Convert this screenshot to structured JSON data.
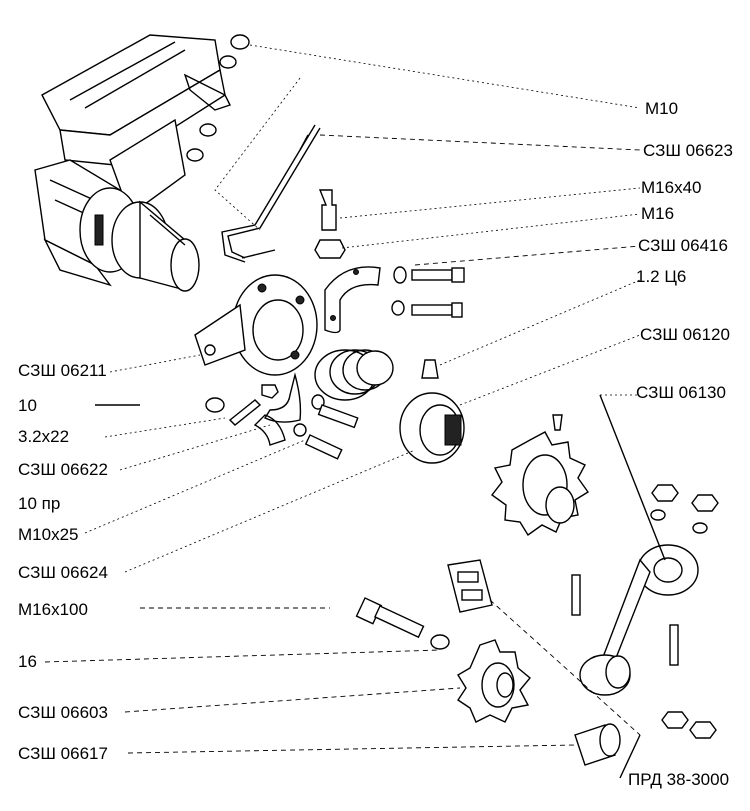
{
  "labels": {
    "m10": "M10",
    "sshr06623": "СЗШ 06623",
    "m16x40": "M16x40",
    "m16": "M16",
    "sshr06416": "СЗШ 06416",
    "c12": "1.2 Ц6",
    "sshr06120": "СЗШ 06120",
    "sshr06130": "СЗШ 06130",
    "sshr06211": "СЗШ 06211",
    "n10": "10",
    "d32x22": "3.2x22",
    "sshr06622": "СЗШ 06622",
    "n10pr": "10 пр",
    "m10x25": "M10x25",
    "sshr06624": "СЗШ 06624",
    "m16x100": "M16x100",
    "n16": "16",
    "sshr06603": "СЗШ 06603",
    "sshr06617": "СЗШ 06617",
    "prd": "ПРД 38-3000"
  }
}
